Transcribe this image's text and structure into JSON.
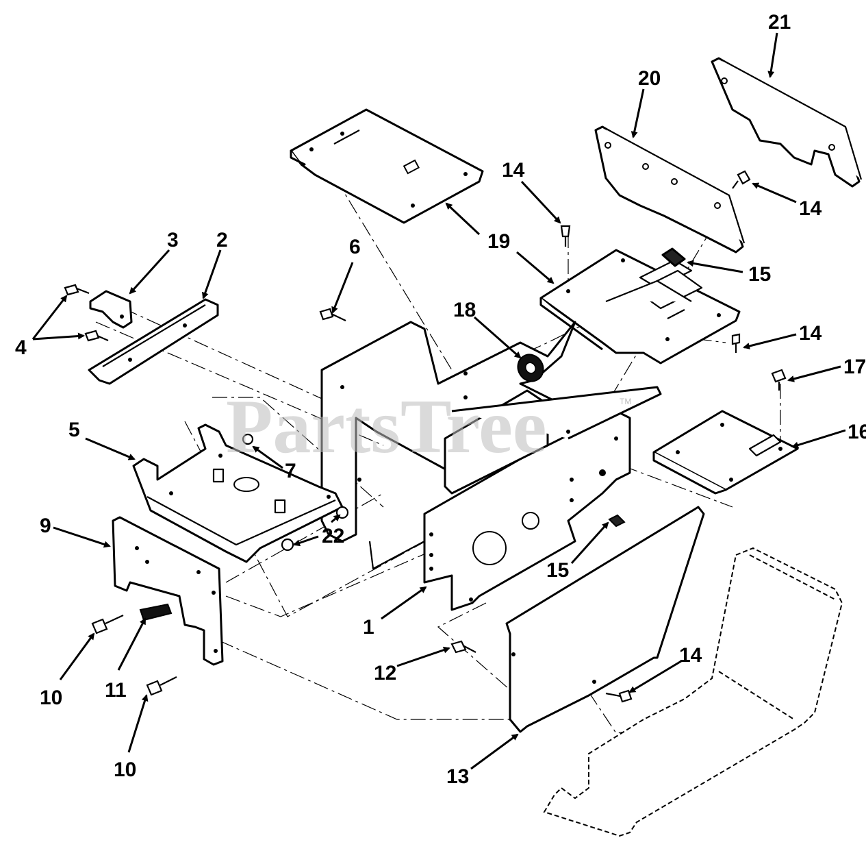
{
  "watermark": "PartsTree",
  "trademark": "TM",
  "callouts": [
    {
      "id": "c1",
      "label": "1"
    },
    {
      "id": "c2",
      "label": "2"
    },
    {
      "id": "c3",
      "label": "3"
    },
    {
      "id": "c4",
      "label": "4"
    },
    {
      "id": "c5",
      "label": "5"
    },
    {
      "id": "c6",
      "label": "6"
    },
    {
      "id": "c7",
      "label": "7"
    },
    {
      "id": "c9",
      "label": "9"
    },
    {
      "id": "c10a",
      "label": "10"
    },
    {
      "id": "c10b",
      "label": "10"
    },
    {
      "id": "c11",
      "label": "11"
    },
    {
      "id": "c12",
      "label": "12"
    },
    {
      "id": "c13",
      "label": "13"
    },
    {
      "id": "c14a",
      "label": "14"
    },
    {
      "id": "c14b",
      "label": "14"
    },
    {
      "id": "c14c",
      "label": "14"
    },
    {
      "id": "c14d",
      "label": "14"
    },
    {
      "id": "c15a",
      "label": "15"
    },
    {
      "id": "c15b",
      "label": "15"
    },
    {
      "id": "c16",
      "label": "16"
    },
    {
      "id": "c17",
      "label": "17"
    },
    {
      "id": "c18",
      "label": "18"
    },
    {
      "id": "c19",
      "label": "19"
    },
    {
      "id": "c20",
      "label": "20"
    },
    {
      "id": "c21",
      "label": "21"
    },
    {
      "id": "c22",
      "label": "22"
    }
  ]
}
